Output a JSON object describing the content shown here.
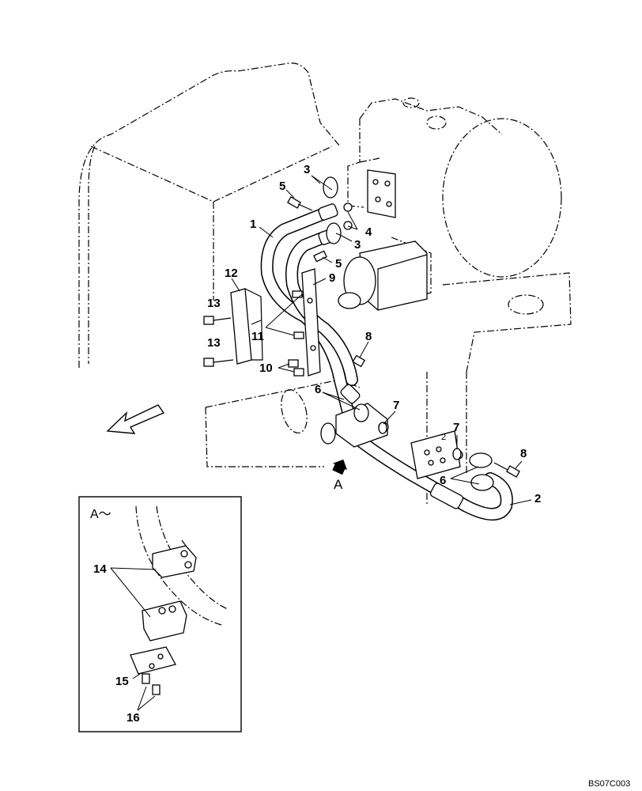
{
  "labels": {
    "p1": "1",
    "p2": "2",
    "p3a": "3",
    "p3b": "3",
    "p4": "4",
    "p5a": "5",
    "p5b": "5",
    "p6a": "6",
    "p6b": "6",
    "p7a": "7",
    "p7b": "7",
    "p8a": "8",
    "p8b": "8",
    "p9": "9",
    "p10": "10",
    "p11": "11",
    "p12": "12",
    "p13a": "13",
    "p13b": "13",
    "p14": "14",
    "p15": "15",
    "p16": "16",
    "view_arrow": "A",
    "inset_title": "A～"
  },
  "figure_code": "BS07C003",
  "icons": [
    "direction-arrow",
    "view-arrow"
  ]
}
